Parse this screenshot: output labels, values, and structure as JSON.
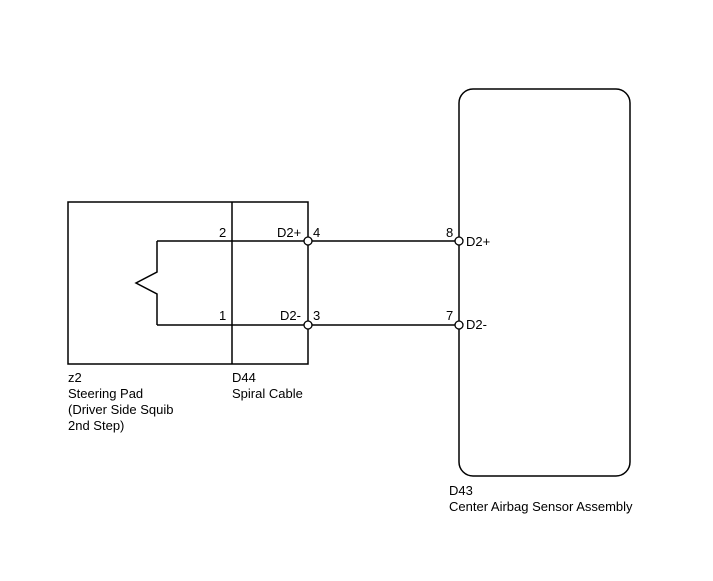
{
  "components": {
    "steering_pad": {
      "code": "z2",
      "name_lines": [
        "Steering Pad",
        "(Driver Side Squib",
        "2nd Step)"
      ]
    },
    "spiral_cable": {
      "code": "D44",
      "name_lines": [
        "Spiral Cable"
      ]
    },
    "sensor_assembly": {
      "code": "D43",
      "name_lines": [
        "Center Airbag Sensor Assembly"
      ]
    }
  },
  "pins": {
    "squib_pin_top": "2",
    "squib_pin_bottom": "1",
    "spiral_pin_top": "4",
    "spiral_pin_bottom": "3",
    "spiral_signal_top": "D2+",
    "spiral_signal_bottom": "D2-",
    "sensor_pin_top": "8",
    "sensor_pin_bottom": "7",
    "sensor_signal_top": "D2+",
    "sensor_signal_bottom": "D2-"
  }
}
